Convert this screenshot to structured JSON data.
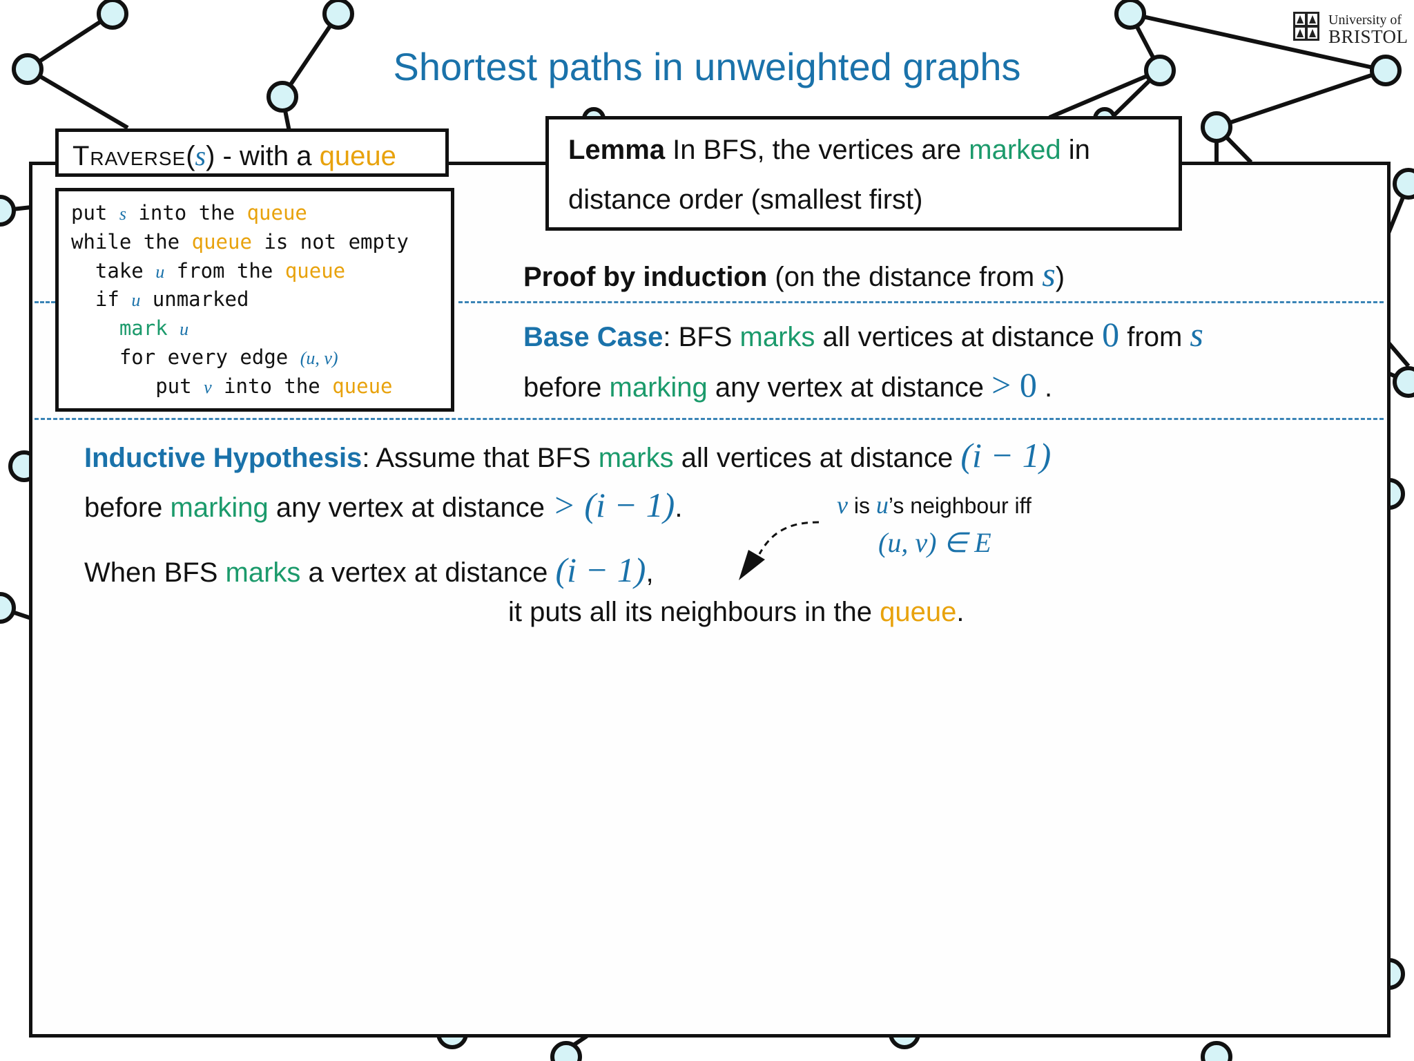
{
  "title": "Shortest paths in unweighted graphs",
  "logo": {
    "line1": "University of",
    "line2": "BRISTOL"
  },
  "traverse": {
    "name": "Traverse",
    "arg": "s",
    "suffix": " - with a ",
    "queue": "queue"
  },
  "code": [
    [
      {
        "t": "put "
      },
      {
        "m": "s"
      },
      {
        "t": " into the "
      },
      {
        "q": "queue"
      }
    ],
    [
      {
        "t": "while the "
      },
      {
        "q": "queue"
      },
      {
        "t": " is not empty"
      }
    ],
    [
      {
        "t": "  take "
      },
      {
        "m": "u"
      },
      {
        "t": " from the "
      },
      {
        "q": "queue"
      }
    ],
    [
      {
        "t": "  if "
      },
      {
        "m": "u"
      },
      {
        "t": " unmarked"
      }
    ],
    [
      {
        "t": "    "
      },
      {
        "g": "mark"
      },
      {
        "t": " "
      },
      {
        "m": "u"
      }
    ],
    [
      {
        "t": "    for every edge "
      },
      {
        "m": "(u, v)"
      }
    ],
    [
      {
        "t": "       put "
      },
      {
        "m": "v"
      },
      {
        "t": " into the "
      },
      {
        "q": "queue"
      }
    ]
  ],
  "lemma": {
    "label": "Lemma",
    "text1": " In BFS, the vertices are ",
    "marked": "marked",
    "text2": " in",
    "line2": "distance order (smallest first)"
  },
  "proof": {
    "label": "Proof by induction",
    "text": " (on the distance from ",
    "var": "s",
    "close": ")"
  },
  "base": {
    "label": "Base Case",
    "colon": ": BFS ",
    "marks": "marks",
    "text1": " all vertices at distance ",
    "zero": "0",
    "from": " from ",
    "s": "s",
    "line2_before": "before ",
    "marking": "marking",
    "line2_mid": " any vertex at distance ",
    "gt0": "> 0",
    "dot": " ."
  },
  "hypothesis": {
    "label": "Inductive Hypothesis",
    "colon": ": Assume that BFS ",
    "marks": "marks",
    "text1": " all vertices at distance ",
    "expr": "(i − 1)",
    "line2_before": "before ",
    "marking": "marking",
    "line2_mid": " any vertex at distance ",
    "gt_expr": "> (i − 1)",
    "dot": "."
  },
  "when": {
    "before": "When BFS ",
    "marks": "marks",
    "mid": " a vertex at distance ",
    "expr": "(i − 1)",
    "comma": ","
  },
  "puts": {
    "text": "it puts all its neighbours in the ",
    "queue": "queue",
    "dot": "."
  },
  "note": {
    "v": "v",
    "is": " is ",
    "u": "u",
    "rest": "’s neighbour iff",
    "expr": "(u, v) ∈ E"
  },
  "colors": {
    "blue": "#1a72aa",
    "green": "#1b9a6b",
    "orange": "#e8a20c",
    "node_fill": "#d6f3f7"
  }
}
